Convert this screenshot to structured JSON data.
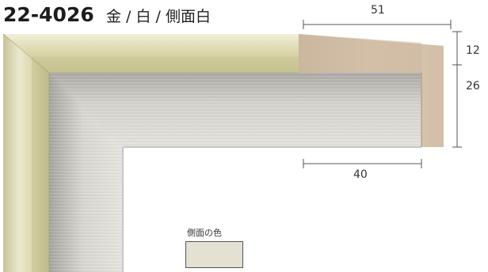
{
  "header": {
    "product_code": "22-4026",
    "color_description": "金 / 白 / 側面白"
  },
  "dimensions": {
    "width_top": "51",
    "height_top": "12",
    "height_total": "26",
    "width_inner": "40"
  },
  "side_color": {
    "label": "側面の色",
    "swatch_color": "#e4e0d2"
  },
  "colors": {
    "gold_light": "#ece8cc",
    "gold_mid": "#d6d1a4",
    "gold_dark": "#aeaa7c",
    "white_face": "#dedcd6",
    "white_shadow": "#b3b1ab",
    "side_tan": "#d9c6b1",
    "side_tan_dark": "#c2ae98"
  }
}
